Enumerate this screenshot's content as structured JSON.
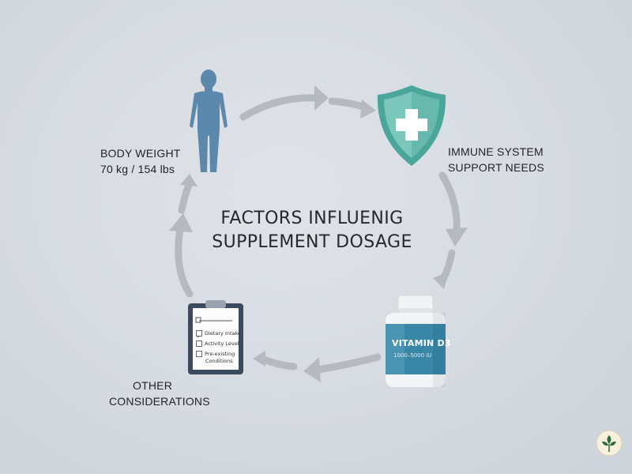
{
  "title": {
    "line1": "FACTORS INFLUENIG",
    "line2": "SUPPLEMENT DOSAGE"
  },
  "body_weight": {
    "label": "BODY WEIGHT",
    "value": "70 kg / 154 lbs"
  },
  "immune": {
    "line1": "IMMUNE SYSTEM",
    "line2": "SUPPORT NEEDS"
  },
  "supplement": {
    "name": "VITAMIN D3",
    "dose": "1000–5000 IU"
  },
  "other": {
    "line1": "OTHER",
    "line2": "CONSIDERATIONS",
    "checklist": [
      "Dietary Intake",
      "Activity Level",
      "Pre-existing",
      "Conditions"
    ]
  },
  "colors": {
    "figure": "#5b88ab",
    "shield": "#4aa69a",
    "arrow": "#b5babf",
    "bottle": "#3a86a7",
    "clipboard": "#3c4a5e"
  },
  "icons": [
    "person-icon",
    "shield-cross-icon",
    "vitamin-bottle-icon",
    "clipboard-icon",
    "leaf-logo-icon"
  ]
}
